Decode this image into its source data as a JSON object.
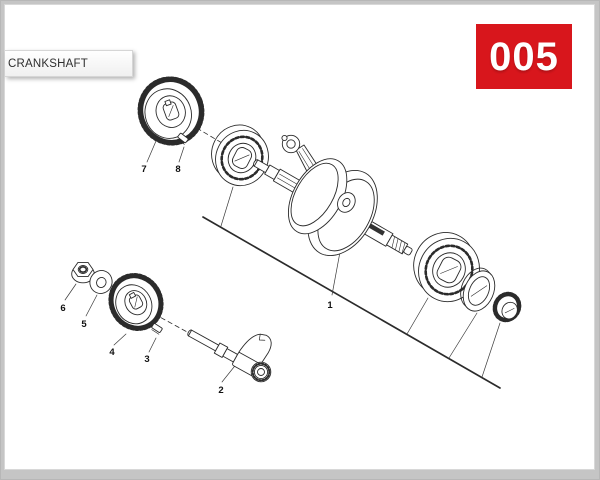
{
  "header": {
    "section_label": "CRANKSHAFT",
    "page_code": "005"
  },
  "colors": {
    "badge_background": "#d8161c",
    "badge_text": "#ffffff",
    "page_background": "#ffffff",
    "frame_gray": "#c5c5c5",
    "drawing_line": "#2b2b2b"
  },
  "diagram": {
    "description": "exploded-view-crankshaft-assembly",
    "callouts": [
      {
        "label": "1"
      },
      {
        "label": "2"
      },
      {
        "label": "3"
      },
      {
        "label": "4"
      },
      {
        "label": "5"
      },
      {
        "label": "6"
      },
      {
        "label": "7"
      },
      {
        "label": "8"
      }
    ]
  }
}
